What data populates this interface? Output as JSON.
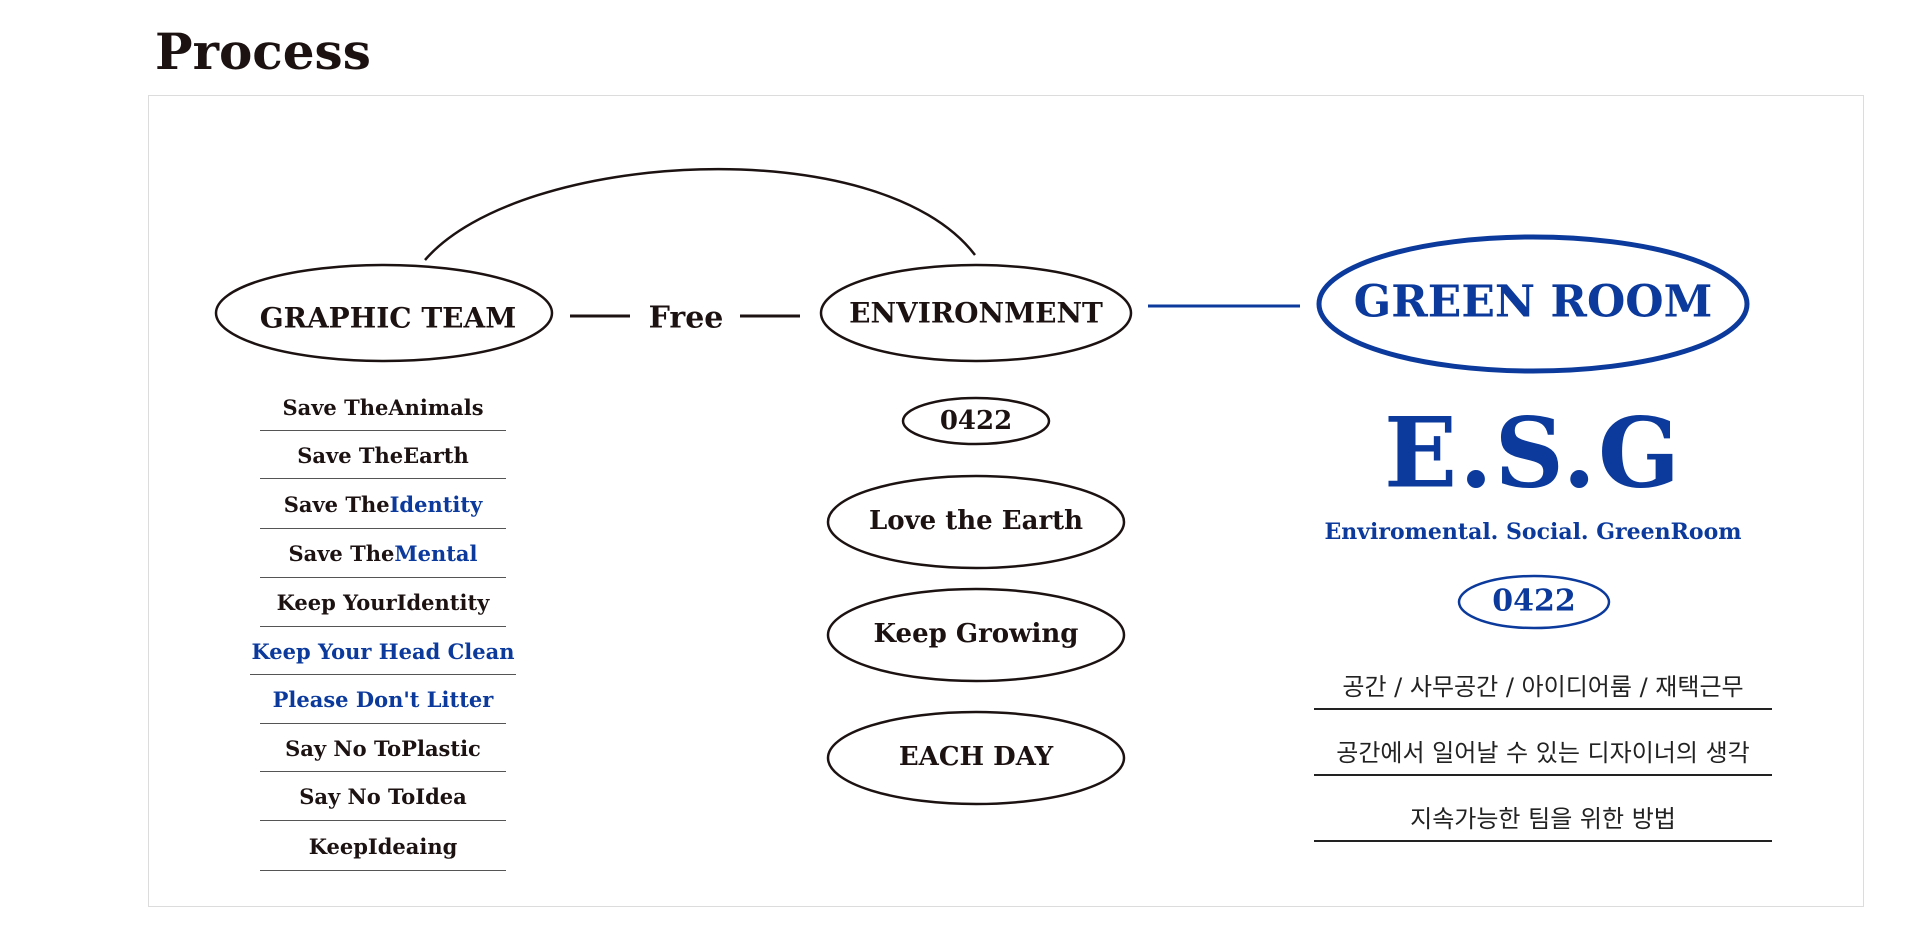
{
  "title": "Process",
  "nodes": {
    "graphic_team": "GRAPHIC TEAM",
    "free": "Free",
    "environment": "ENVIRONMENT",
    "green_room": "GREEN ROOM"
  },
  "graphic_list": [
    {
      "pre": "Save The ",
      "hl": "Animals",
      "hl_blue": false
    },
    {
      "pre": "Save The ",
      "hl": "Earth",
      "hl_blue": false
    },
    {
      "pre": "Save The ",
      "hl": "Identity",
      "hl_blue": true
    },
    {
      "pre": "Save The ",
      "hl": "Mental",
      "hl_blue": true
    },
    {
      "pre": "Keep Your ",
      "hl": "Identity",
      "hl_blue": false
    },
    {
      "pre": "",
      "hl": "Keep Your Head Clean",
      "hl_blue": true
    },
    {
      "pre": "",
      "hl": "Please Don't Litter",
      "hl_blue": true
    },
    {
      "pre": "Say No To ",
      "hl": "Plastic",
      "hl_blue": false
    },
    {
      "pre": "Say No To ",
      "hl": "Idea",
      "hl_blue": false
    },
    {
      "pre": "Keep ",
      "hl": "Ideaing",
      "hl_blue": false
    }
  ],
  "environment_items": {
    "code": "0422",
    "item1": "Love the Earth",
    "item2": "Keep Growing",
    "item3": "EACH DAY"
  },
  "green_room_block": {
    "esg": "E.S.G",
    "esg_full": "Enviromental. Social. GreenRoom",
    "code": "0422",
    "ko_lines": [
      "공간 / 사무공간 / 아이디어룸 / 재택근무",
      "공간에서 일어날 수 있는 디자이너의 생각",
      "지속가능한 팀을 위한 방법"
    ]
  },
  "colors": {
    "ink": "#1c1212",
    "accent_blue": "#0b3a9c"
  }
}
